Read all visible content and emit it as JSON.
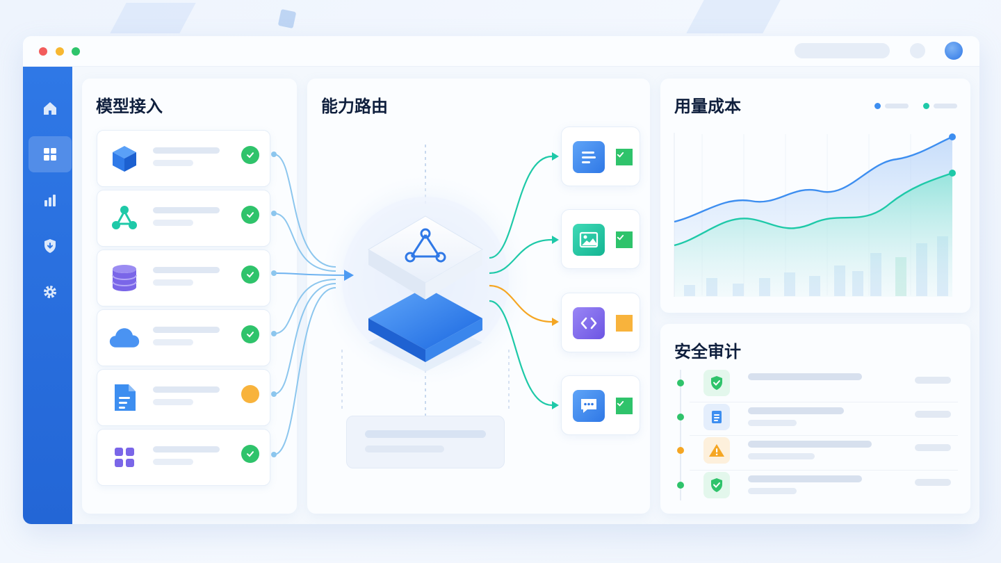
{
  "window": {
    "traffic_lights": [
      "#f25c5c",
      "#f7b731",
      "#2ec46b"
    ]
  },
  "sidebar": {
    "items": [
      {
        "icon": "home-icon",
        "active": false
      },
      {
        "icon": "dashboard-grid-icon",
        "active": true
      },
      {
        "icon": "bar-chart-icon",
        "active": false
      },
      {
        "icon": "shield-icon",
        "active": false
      },
      {
        "icon": "gear-icon",
        "active": false
      }
    ]
  },
  "panels": {
    "model_access": {
      "title": "模型接入",
      "sources": [
        {
          "icon": "cube-icon",
          "status": "ok"
        },
        {
          "icon": "network-nodes-icon",
          "status": "ok"
        },
        {
          "icon": "database-icon",
          "status": "ok"
        },
        {
          "icon": "cloud-icon",
          "status": "ok"
        },
        {
          "icon": "document-icon",
          "status": "pending"
        },
        {
          "icon": "apps-grid-icon",
          "status": "ok"
        }
      ]
    },
    "capability_routing": {
      "title": "能力路由",
      "hub_icon": "routing-hub-icon",
      "outputs": [
        {
          "icon": "text-document-icon",
          "status": "ok"
        },
        {
          "icon": "image-icon",
          "status": "ok"
        },
        {
          "icon": "code-icon",
          "status": "pending"
        },
        {
          "icon": "chat-bubble-icon",
          "status": "ok"
        }
      ]
    },
    "usage_cost": {
      "title": "用量成本"
    },
    "security_audit": {
      "title": "安全审计",
      "rows": [
        {
          "icon": "shield-check-icon",
          "level": "ok"
        },
        {
          "icon": "document-icon",
          "level": "info"
        },
        {
          "icon": "warning-icon",
          "level": "warning"
        },
        {
          "icon": "shield-check-icon",
          "level": "ok"
        }
      ]
    }
  },
  "colors": {
    "accent": "#2f78e6",
    "ok": "#2fc36b",
    "warn": "#f8b33c",
    "teal": "#1ec9a8",
    "blue_line": "#3d8ef0"
  }
}
